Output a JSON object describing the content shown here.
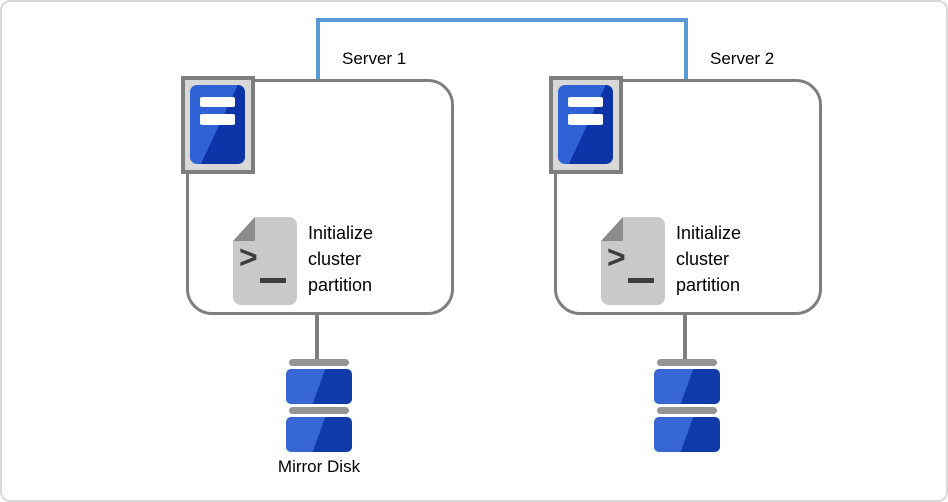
{
  "servers": [
    {
      "label": "Server 1",
      "script_label": "Initialize\ncluster\npartition",
      "disk_label": "Mirror Disk"
    },
    {
      "label": "Server 2",
      "script_label": "Initialize\ncluster\npartition"
    }
  ],
  "glyphs": {
    "prompt": ">"
  },
  "icons": {
    "server": "server-tower-icon",
    "script": "shell-script-icon",
    "disk": "disk-stack-icon",
    "link": "interconnect-line"
  },
  "colors": {
    "interconnect": "#5b9bd5",
    "outline_gray": "#7f7f7f",
    "tile_bg": "#d8d8d8",
    "tower_blue_light": "#2f62d4",
    "tower_blue_dark": "#0d34a6",
    "disk_blue_light": "#3767d2",
    "disk_blue_dark": "#0e3ba8",
    "doc_body": "#c9c9c9",
    "doc_fold": "#8c8c8c",
    "glyph_dark": "#3d3d3d",
    "disk_cap": "#949494"
  }
}
